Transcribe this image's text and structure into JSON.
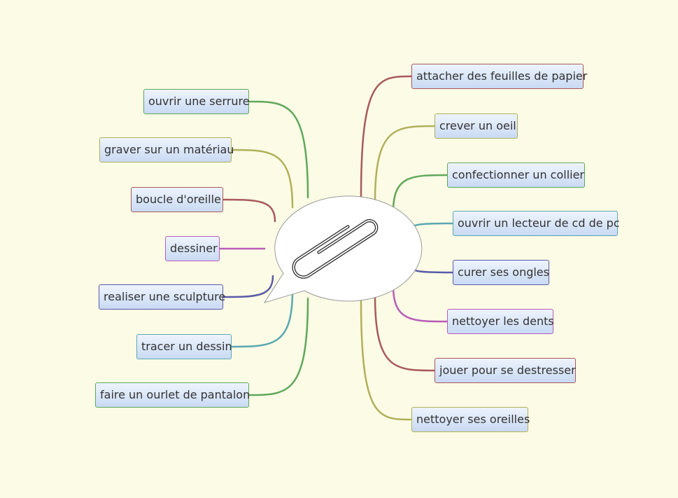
{
  "center": {
    "icon": "paperclip-icon"
  },
  "left_nodes": [
    {
      "label": "ouvrir une serrure",
      "color": "#5fa85a"
    },
    {
      "label": "graver sur un matériau",
      "color": "#b0b05a"
    },
    {
      "label": "boucle d'oreille",
      "color": "#a85a5a"
    },
    {
      "label": "dessiner",
      "color": "#b85cb8"
    },
    {
      "label": "realiser une sculpture",
      "color": "#5a5aa8"
    },
    {
      "label": "tracer un dessin",
      "color": "#5aa8b0"
    },
    {
      "label": "faire un ourlet de pantalon",
      "color": "#5fa85a"
    }
  ],
  "right_nodes": [
    {
      "label": "attacher des feuilles de papier",
      "color": "#a85a5a"
    },
    {
      "label": "crever un oeil",
      "color": "#b0b05a"
    },
    {
      "label": "confectionner un collier",
      "color": "#5fa85a"
    },
    {
      "label": "ouvrir un lecteur de cd de pc",
      "color": "#5aa8b0"
    },
    {
      "label": "curer ses ongles",
      "color": "#5a5aa8"
    },
    {
      "label": "nettoyer les dents",
      "color": "#b85cb8"
    },
    {
      "label": "jouer pour se destresser",
      "color": "#a85a5a"
    },
    {
      "label": "nettoyer ses oreilles",
      "color": "#b0b05a"
    }
  ]
}
